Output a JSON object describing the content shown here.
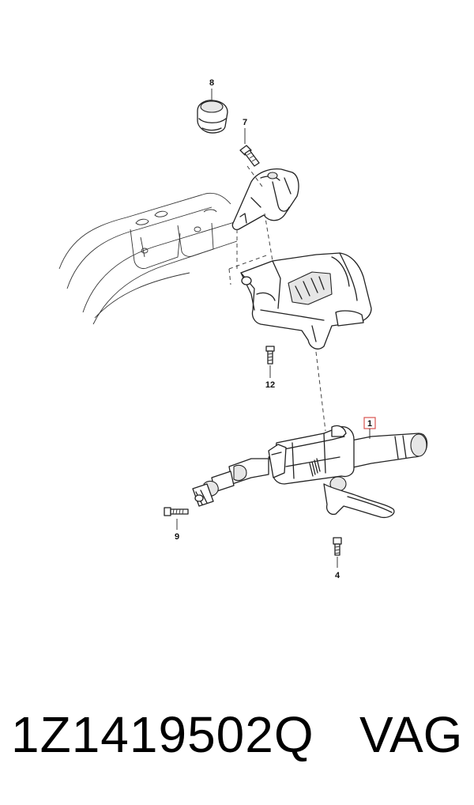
{
  "callouts": {
    "c1": "1",
    "c4": "4",
    "c7": "7",
    "c8": "8",
    "c9": "9",
    "c12": "12"
  },
  "highlight_color": "#d9534f",
  "footer": {
    "part_number": "1Z1419502Q",
    "brand": "VAG"
  }
}
